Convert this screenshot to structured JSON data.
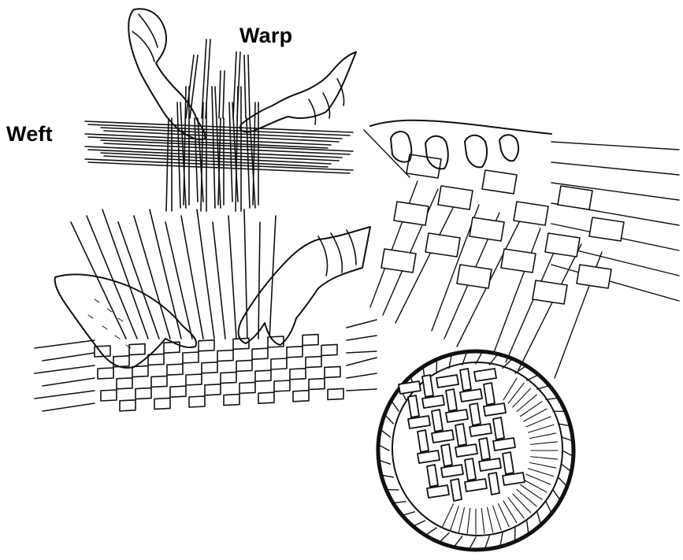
{
  "labels": {
    "warp": "Warp",
    "weft": "Weft"
  },
  "panels": [
    {
      "id": "panel-1",
      "content": "hands-starting-plain-weave"
    },
    {
      "id": "panel-2",
      "content": "close-up-checker-weave-with-fingers"
    },
    {
      "id": "panel-3",
      "content": "hands-tightening-woven-mat"
    },
    {
      "id": "panel-4",
      "content": "finished-round-basket"
    }
  ],
  "colors": {
    "ink": "#111111",
    "background": "#ffffff"
  }
}
